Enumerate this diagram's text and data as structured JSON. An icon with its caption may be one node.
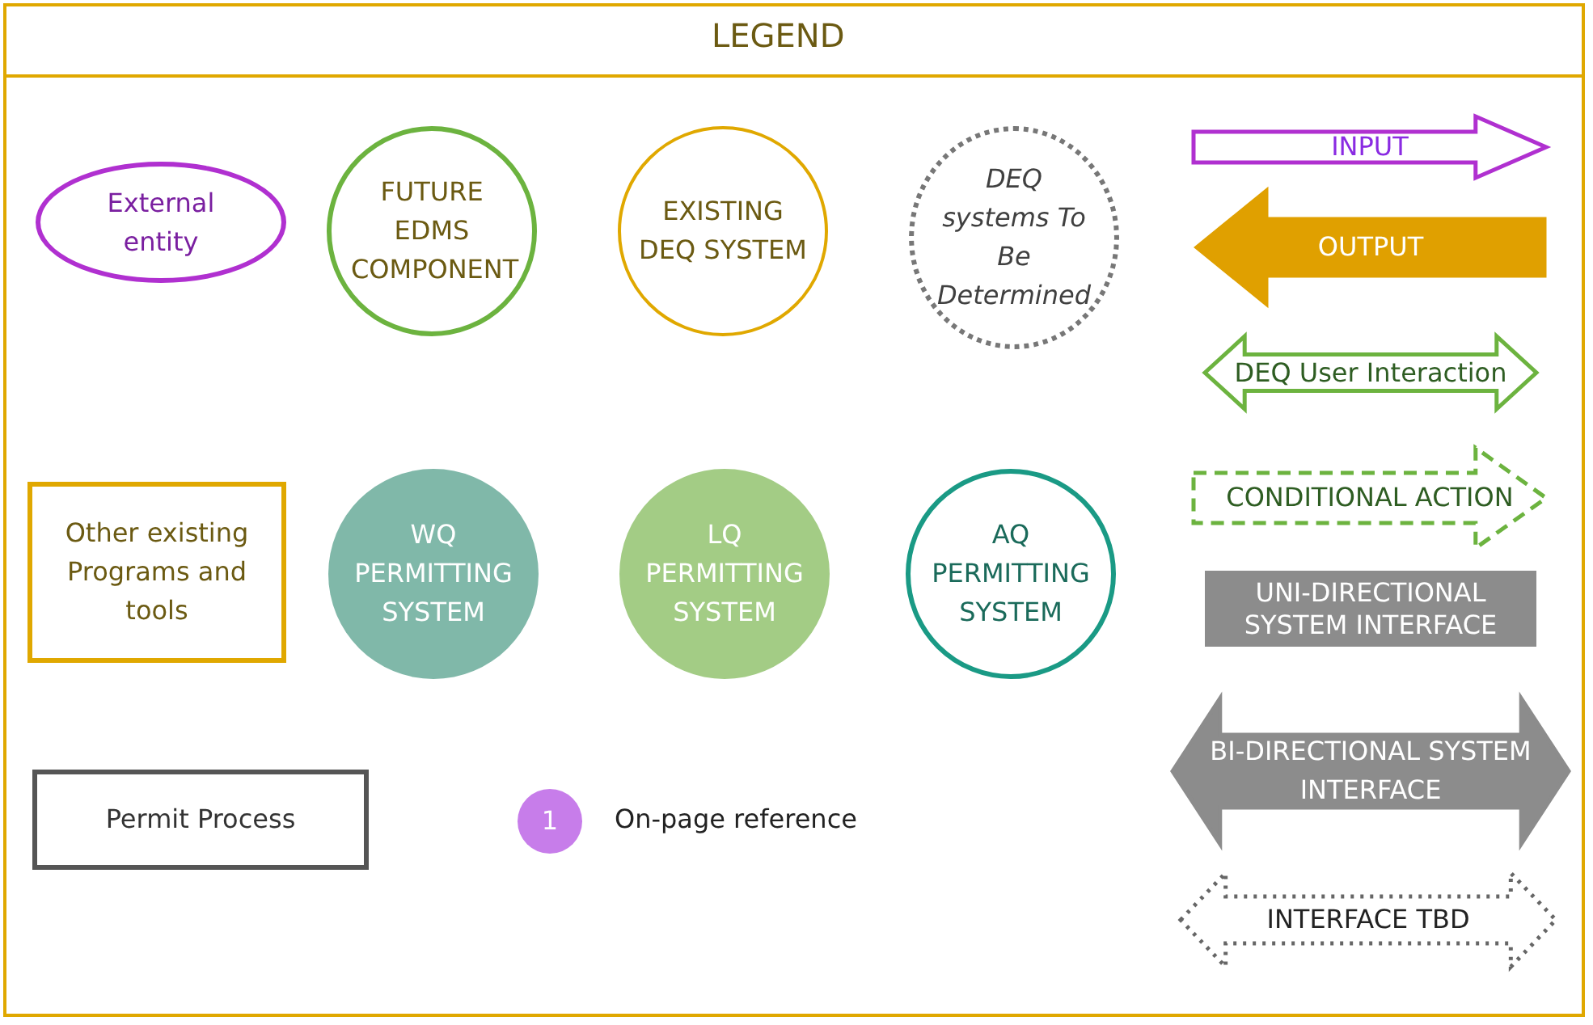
{
  "diagram": {
    "title": "LEGEND",
    "nodes": [
      {
        "text": [
          "External entity"
        ]
      },
      {
        "text": [
          "FUTURE EDMS COMPONENT"
        ]
      },
      {
        "text": [
          "EXISTING DEQ SYSTEM"
        ]
      },
      {
        "text": [
          "DEQ systems To Be Determined"
        ]
      },
      {
        "text": [
          "INPUT"
        ]
      },
      {
        "text": [
          "OUTPUT"
        ]
      },
      {
        "text": [
          "DEQ User Interaction"
        ]
      },
      {
        "text": [
          "Other existing Programs and tools"
        ]
      },
      {
        "text": [
          "WQ PERMITTING SYSTEM"
        ]
      },
      {
        "text": [
          "LQ PERMITTING SYSTEM"
        ]
      },
      {
        "text": [
          "AQ PERMITTING SYSTEM"
        ]
      },
      {
        "text": [
          "CONDITIONAL ACTION"
        ]
      },
      {
        "text": [
          "UNI-DIRECTIONAL SYSTEM INTERFACE"
        ]
      },
      {
        "text": [
          "BI-DIRECTIONAL SYSTEM INTERFACE"
        ]
      },
      {
        "text": [
          "Permit Process"
        ]
      },
      {
        "text": [
          "1"
        ],
        "beside": [
          "On-page reference"
        ]
      },
      {
        "text": [
          "INTERFACE TBD"
        ]
      }
    ]
  }
}
